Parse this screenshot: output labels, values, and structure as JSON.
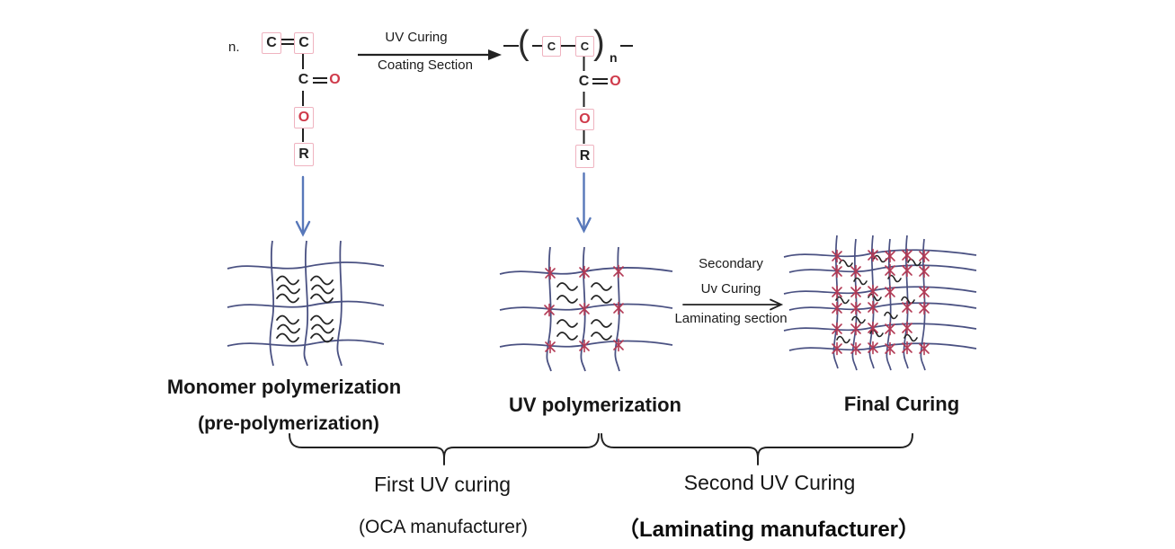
{
  "colors": {
    "ink": "#1d1d1d",
    "bond": "#222222",
    "atom_red": "#cf3a4a",
    "atom_box_pink": "#efb3c0",
    "down_arrow_blue": "#5878ba",
    "network_line": "#4a5182",
    "crosslink_red": "#b23a55",
    "background": "#ffffff"
  },
  "monomer": {
    "n_prefix": "n.",
    "c1": "C",
    "c2": "C",
    "c3": "C",
    "o_double": "O",
    "o_ester": "O",
    "r_group": "R"
  },
  "reaction": {
    "top": "UV Curing",
    "bottom": "Coating Section"
  },
  "polymer": {
    "paren_open": "(",
    "paren_close": ")",
    "subscript_n": "n",
    "c1": "C",
    "c2": "C",
    "c3": "C",
    "o_double": "O",
    "o_ester": "O",
    "r_group": "R"
  },
  "secondary": {
    "line1": "Secondary",
    "line2": "Uv Curing",
    "line3": "Laminating section"
  },
  "stages": {
    "stage1_title": "Monomer polymerization",
    "stage1_sub": "(pre-polymerization)",
    "stage2_title": "UV polymerization",
    "stage3_title": "Final Curing"
  },
  "phases": {
    "first_title": "First UV curing",
    "first_sub": "(OCA manufacturer)",
    "second_title": "Second UV Curing",
    "second_sub": "（Laminating manufacturer）"
  }
}
